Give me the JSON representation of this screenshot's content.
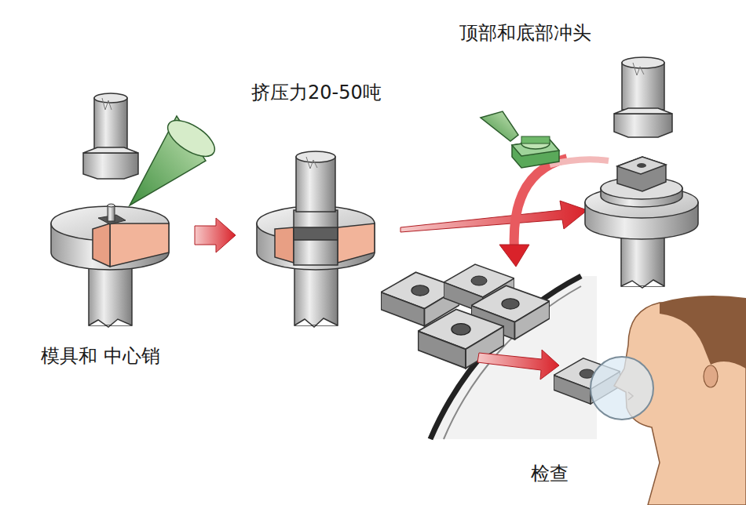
{
  "diagram": {
    "labels": [
      "模具和 中心销",
      "挤压力20-50吨",
      "顶部和底部冲头",
      "检查"
    ]
  }
}
